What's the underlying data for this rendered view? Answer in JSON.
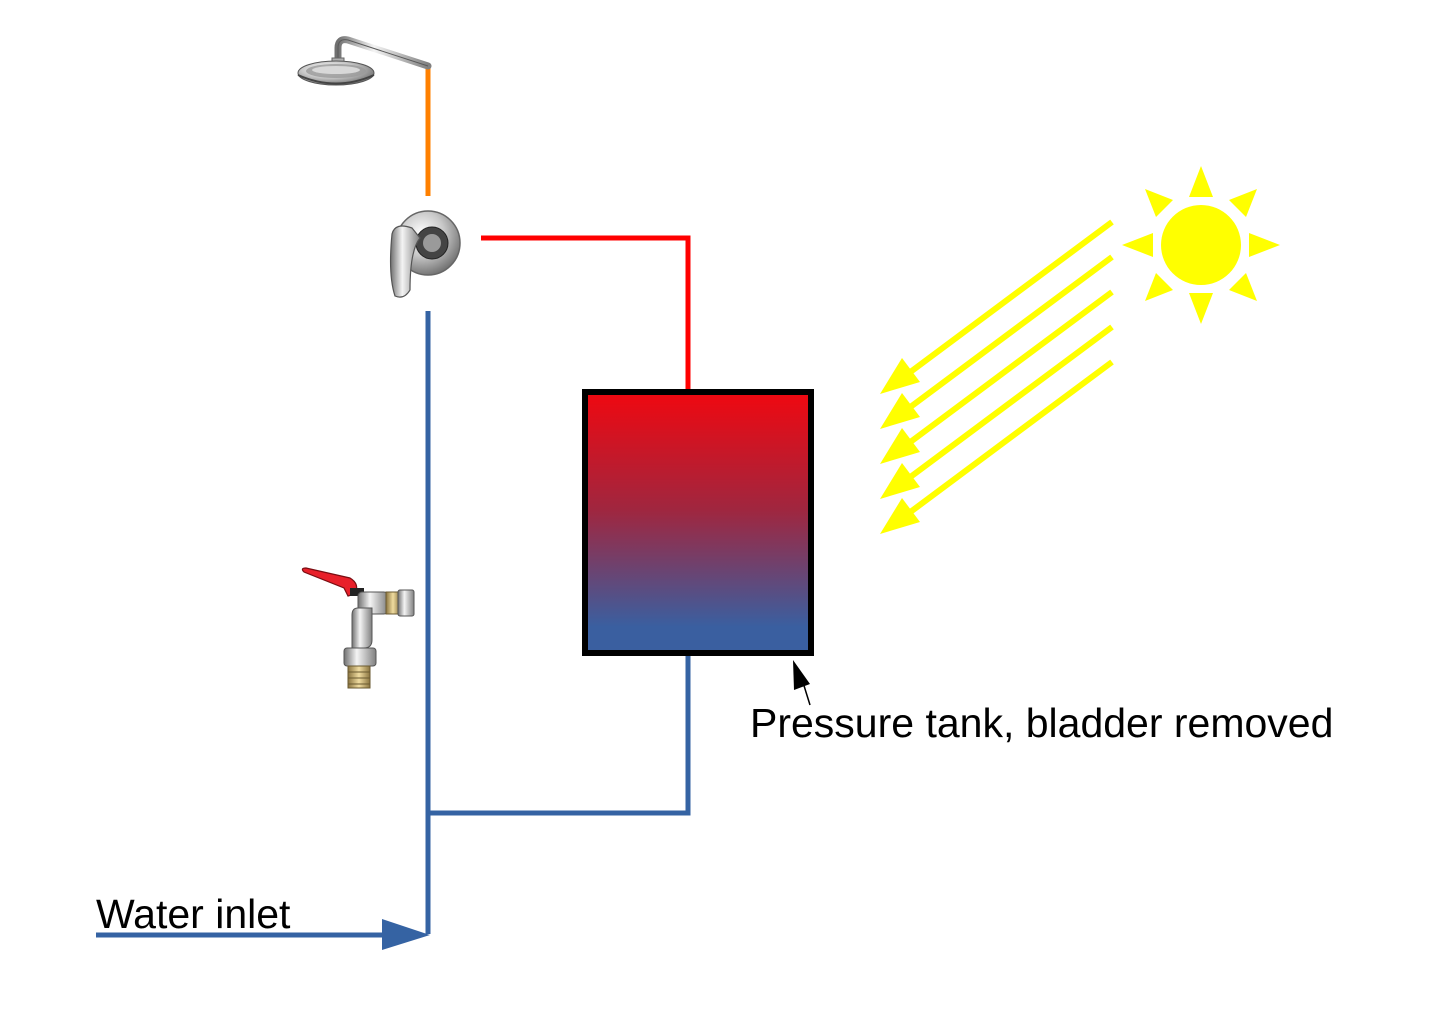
{
  "labels": {
    "tank": "Pressure tank, bladder removed",
    "inlet": "Water inlet"
  },
  "components": {
    "shower_head": "shower-head-icon",
    "mixer_valve": "mixer-valve-icon",
    "tap": "ball-valve-tap-icon",
    "sun": "sun-icon",
    "sun_rays": "sun-ray-arrows"
  },
  "colors": {
    "cold_pipe": "#3563a3",
    "hot_pipe": "#ff0000",
    "mixed_pipe": "#ff8000",
    "tank_top": "#f00810",
    "tank_bottom": "#3a5fa0",
    "tank_border": "#000000",
    "sun": "#ffff00",
    "tap_handle": "#e8202a"
  }
}
